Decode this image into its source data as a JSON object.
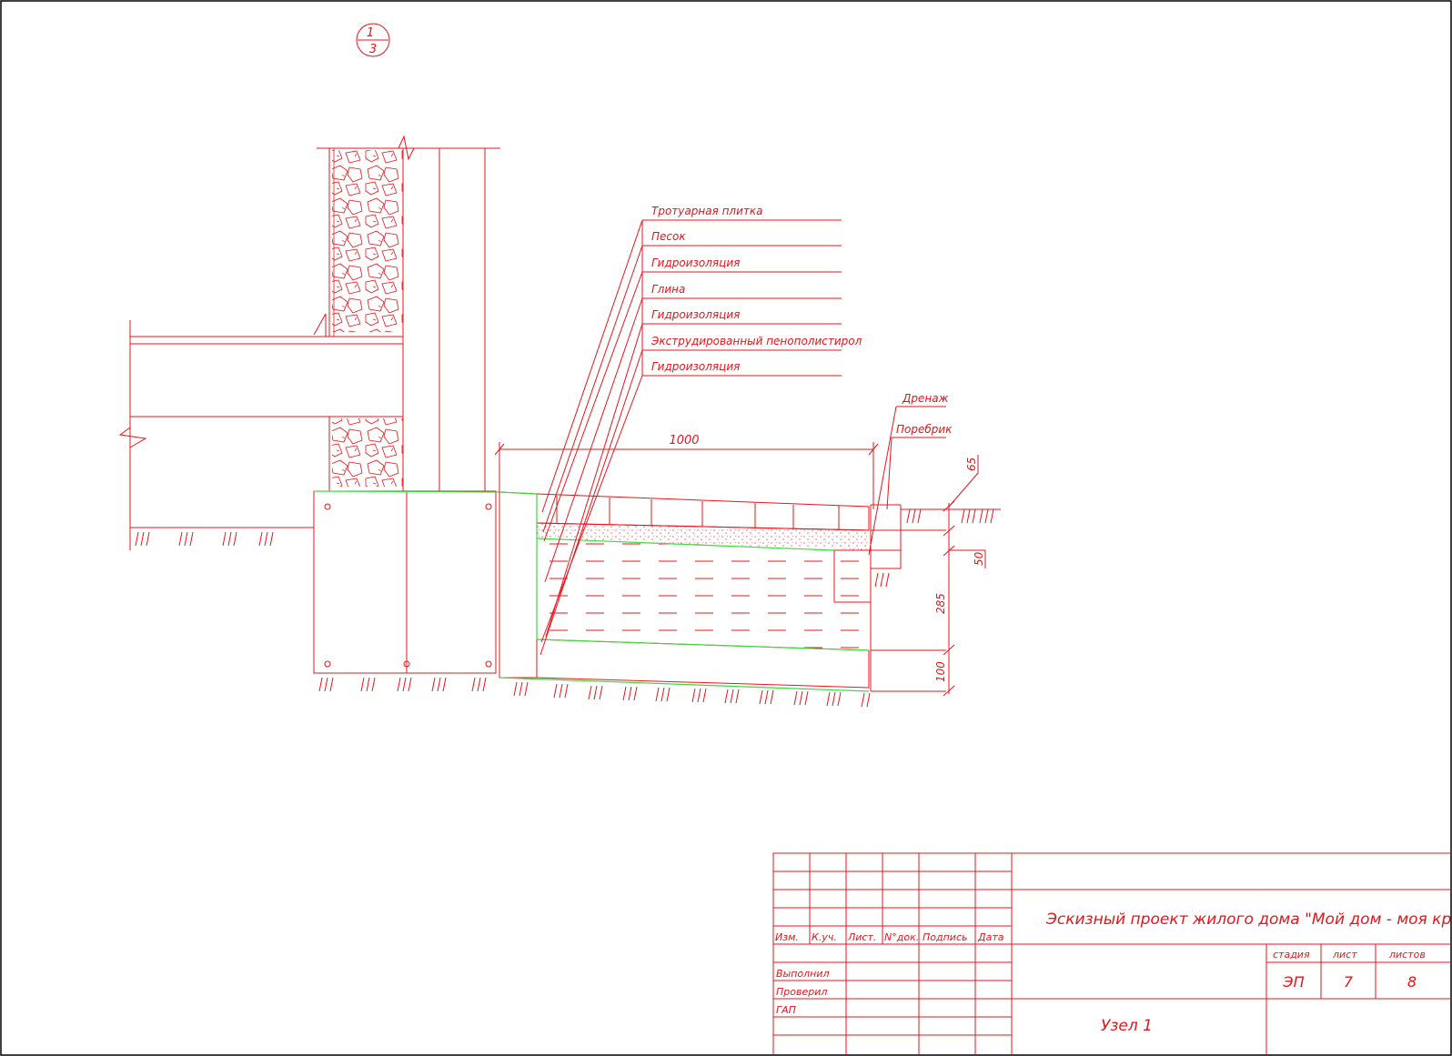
{
  "callout_mark": {
    "top": "1",
    "bottom": "3"
  },
  "layers": [
    "Тротуарная плитка",
    "Песок",
    "Гидроизоляция",
    "Глина",
    "Гидроизоляция",
    "Экструдированный пенополистирол",
    "Гидроизоляция"
  ],
  "labels": {
    "drainage": "Дренаж",
    "curb": "Поребрик"
  },
  "dimensions": {
    "width": "1000",
    "d65": "65",
    "d50": "50",
    "d285": "285",
    "d100": "100"
  },
  "title_block": {
    "project": "Эскизный проект жилого дома \"Мой дом - моя крепость\"",
    "sheet_name": "Узел 1",
    "cols": [
      "Изм.",
      "К.уч.",
      "Лист.",
      "N°док.",
      "Подпись",
      "Дата"
    ],
    "roles": [
      "Выполнил",
      "Проверил",
      "ГАП"
    ],
    "stage_label": "стадия",
    "sheet_label": "лист",
    "sheets_label": "листов",
    "stage": "ЭП",
    "sheet": "7",
    "sheets": "8"
  },
  "colors": {
    "line": "#e8141b",
    "membrane": "#3fd93f",
    "frame": "#000000"
  }
}
